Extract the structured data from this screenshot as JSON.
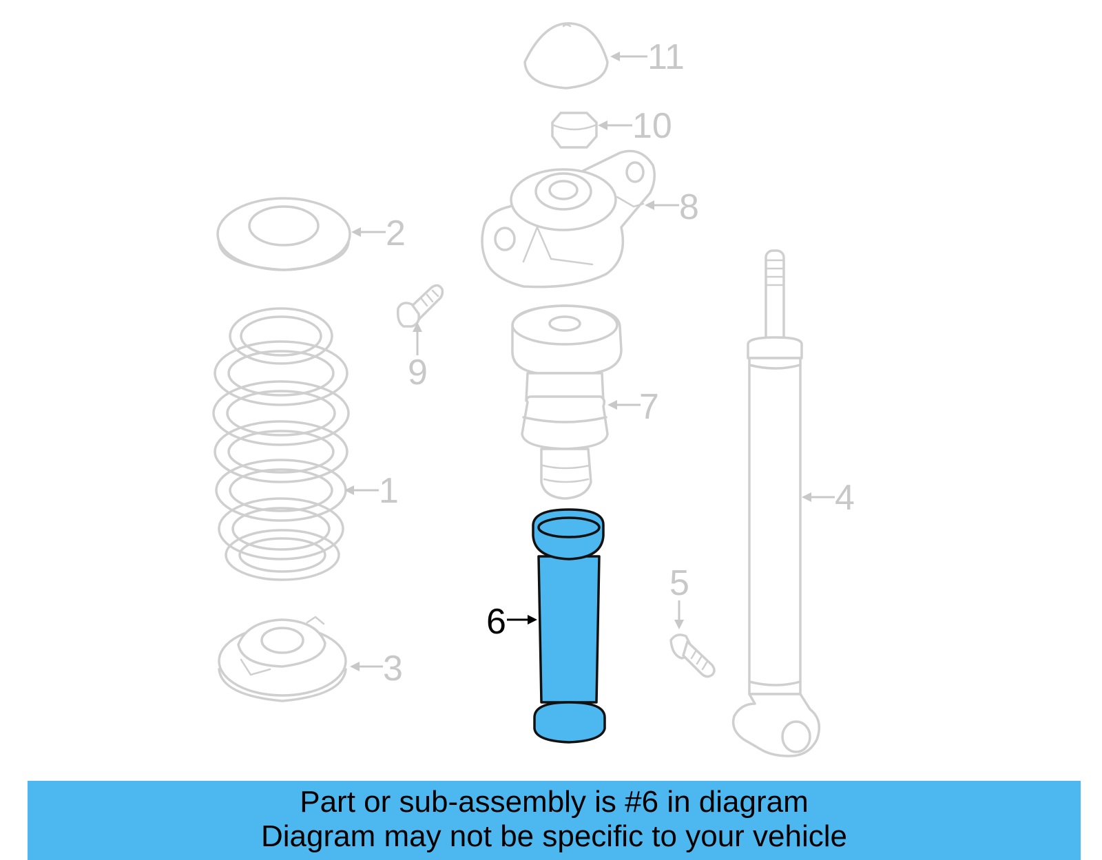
{
  "callouts": {
    "c1": "1",
    "c2": "2",
    "c3": "3",
    "c4": "4",
    "c5": "5",
    "c6": "6",
    "c7": "7",
    "c8": "8",
    "c9": "9",
    "c10": "10",
    "c11": "11"
  },
  "highlighted_part": "6",
  "colors": {
    "highlight": "#4db8f0",
    "ghost": "#cfcfcf",
    "banner": "#4db8f0"
  },
  "banner": {
    "line1": "Part or sub-assembly is #6 in diagram",
    "line2": "Diagram may not be specific to your vehicle"
  }
}
